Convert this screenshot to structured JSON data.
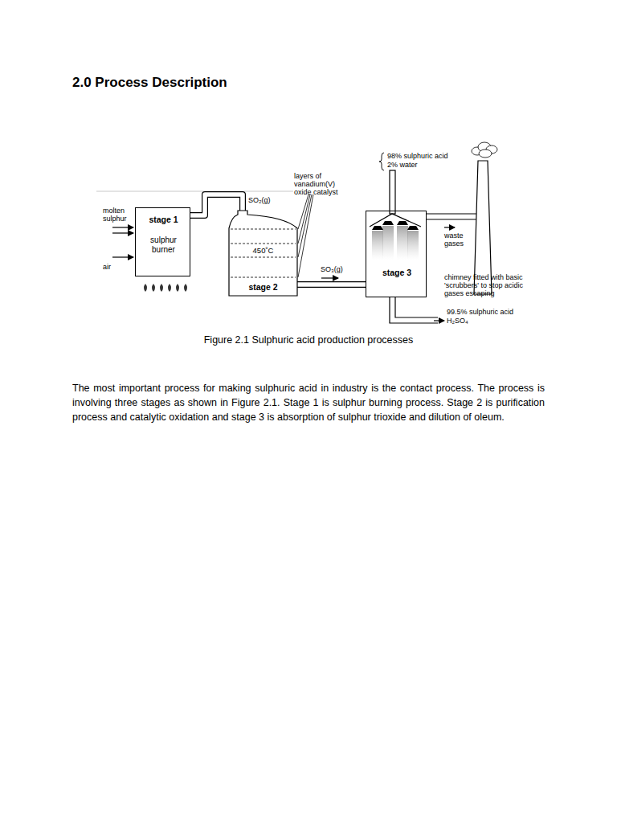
{
  "diagram": {
    "title": "2.0 Process Description",
    "caption": "Figure 2.1 Sulphuric acid production processes",
    "nodes": [
      {
        "text": [
          "stage 1",
          "sulphur burner"
        ]
      },
      {
        "text": [
          "450˚C",
          "stage 2"
        ]
      },
      {
        "text": [
          "stage 3"
        ]
      }
    ],
    "edges": [
      {
        "from": 0,
        "to": 1,
        "arrow": "none",
        "label": "SO₂(g)"
      },
      {
        "from": 1,
        "to": 2,
        "arrow": "none",
        "label": "SO₃(g)"
      }
    ],
    "labels": [
      "molten sulphur",
      "air",
      "layers of vanadium(V) oxide catalyst",
      "98% sulphuric acid",
      "2% water",
      "waste gases",
      "chimney fitted with basic 'scrubbers' to stop acidic gases escaping",
      "99.5% sulphuric acid",
      "H₂SO₄",
      "The most important process for making sulphuric acid in industry is the contact process. The process is involving three stages as shown in Figure 2.1. Stage 1 is sulphur burning process. Stage 2 is purification process and catalytic oxidation and stage 3 is absorption of sulphur trioxide and dilution of oleum."
    ]
  }
}
